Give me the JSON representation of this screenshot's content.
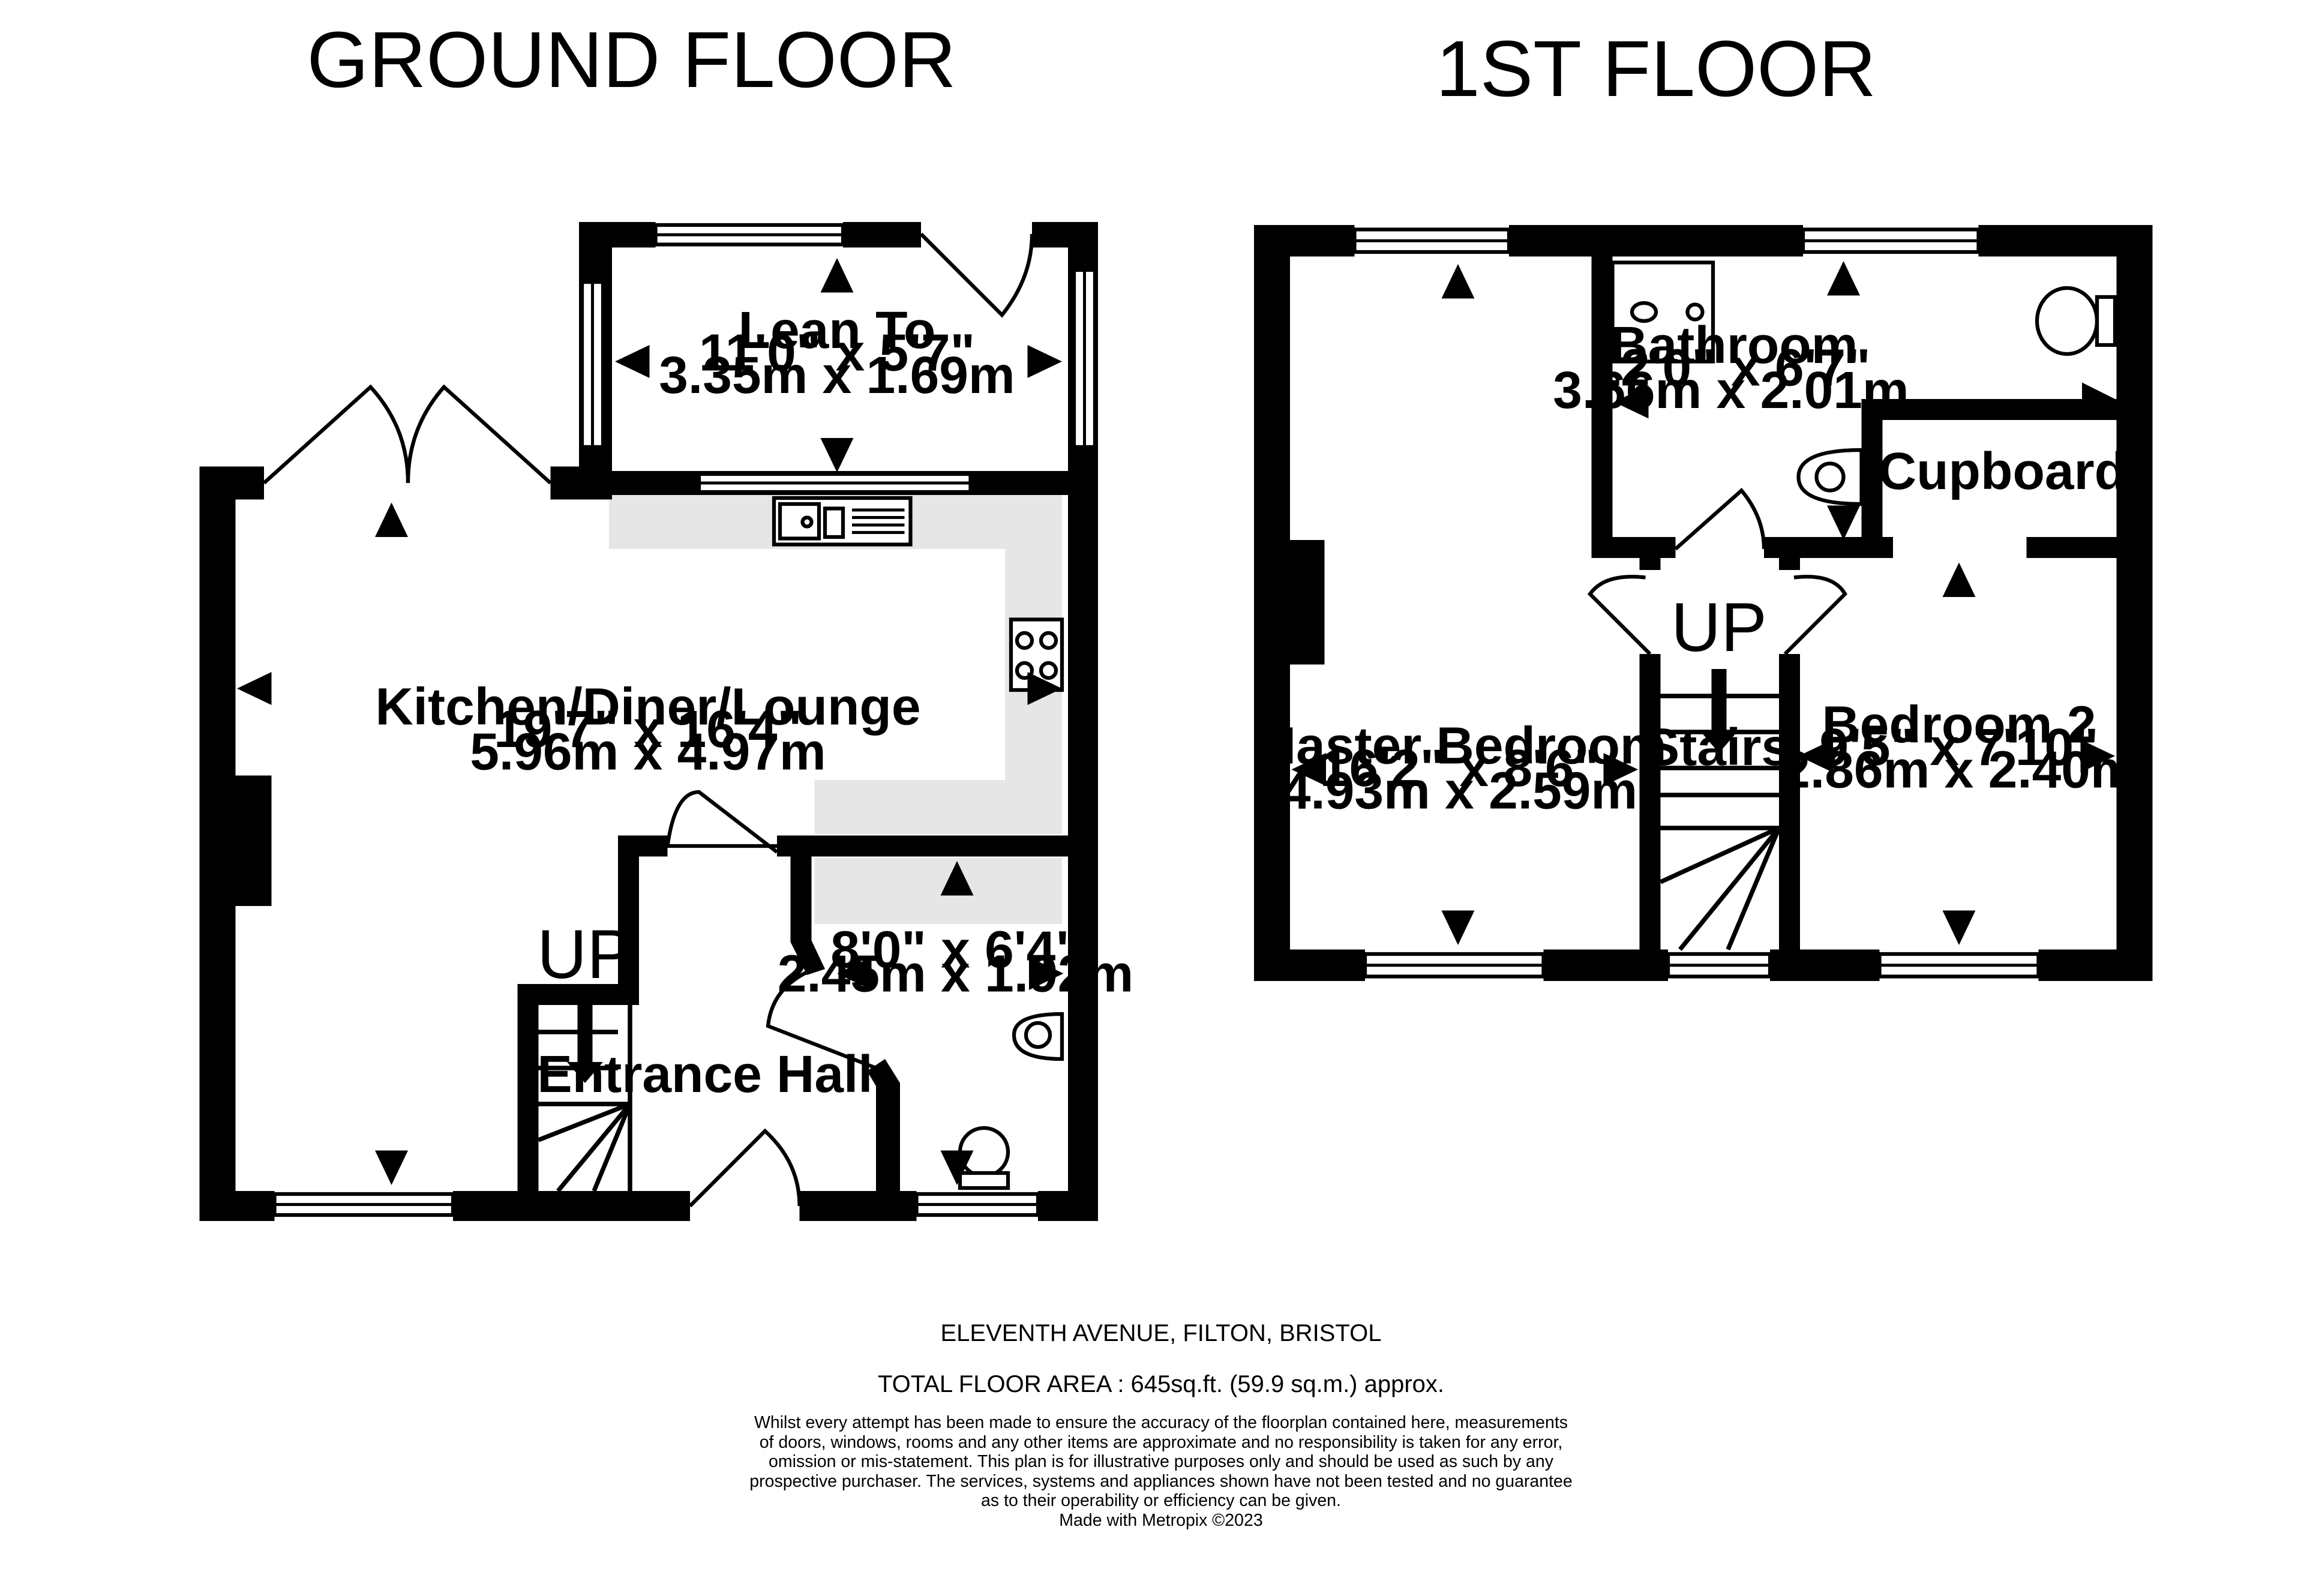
{
  "floors": {
    "ground": {
      "title": "GROUND FLOOR"
    },
    "first": {
      "title": "1ST FLOOR"
    }
  },
  "rooms": {
    "lean_to": {
      "name": "Lean To",
      "imperial": "11'0\"  x 5'7\"",
      "metric": "3.35m  x 1.69m"
    },
    "kitchen": {
      "name": "Kitchen/Diner/Lounge",
      "imperial": "19'7\"  x 16'4\"",
      "metric": "5.96m  x 4.97m"
    },
    "wc": {
      "name": "",
      "imperial": "8'0\"  x 6'4\"",
      "metric": "2.45m  x 1.92m"
    },
    "entrance_hall": {
      "name": "Entrance Hall"
    },
    "bathroom": {
      "name": "Bathroom",
      "imperial": "12'0\"  x 6'7\"",
      "metric": "3.66m  x 2.01m"
    },
    "cupboard": {
      "name": "Cupboard"
    },
    "master_bedroom": {
      "name": "Master Bedroom",
      "imperial": "16'2\"  x 8'6\"",
      "metric": "4.93m  x 2.59m"
    },
    "bedroom2": {
      "name": "Bedroom 2",
      "imperial": "9'5\"  x 7'10\"",
      "metric": "2.86m  x 2.40m"
    },
    "stairs": {
      "name": "Stairs"
    }
  },
  "labels": {
    "up_ground": "UP",
    "up_first": "UP"
  },
  "footer": {
    "address": "ELEVENTH AVENUE, FILTON, BRISTOL",
    "total_area": "TOTAL FLOOR AREA : 645sq.ft. (59.9 sq.m.) approx.",
    "disclaimer": [
      "Whilst every attempt has been made to ensure the accuracy of the floorplan contained here, measurements",
      "of doors, windows, rooms and any other items are approximate and no responsibility is taken for any error,",
      "omission or mis-statement. This plan is for illustrative purposes only and should be used as such by any",
      "prospective purchaser. The services, systems and appliances shown have not been tested and no guarantee",
      "as to their operability or efficiency can be given.",
      "Made with Metropix ©2023"
    ]
  },
  "colors": {
    "wall": "#000000",
    "fitted_units": "#e6e6e6",
    "background": "#ffffff"
  }
}
